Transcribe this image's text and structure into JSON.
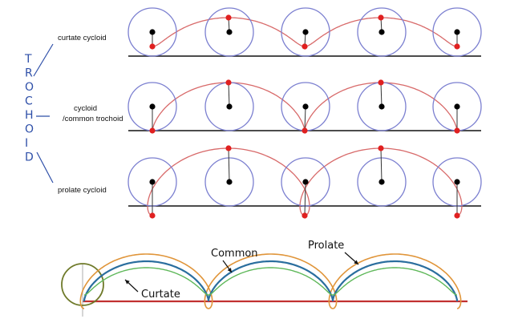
{
  "side_label": "TROCHOID",
  "rows": [
    {
      "label": "curtate cycloid",
      "label_lines": [
        "curtate cycloid"
      ]
    },
    {
      "label": "cycloid /common trochoid",
      "label_lines": [
        "cycloid",
        "/common trochoid"
      ]
    },
    {
      "label": "prolate cycloid",
      "label_lines": [
        "prolate cycloid"
      ]
    }
  ],
  "bottom": {
    "labels": {
      "common": "Common",
      "prolate": "Prolate",
      "curtate": "Curtate"
    }
  },
  "colors": {
    "circle": "#7b7fd0",
    "curve": "#d86a6a",
    "red_point": "#e02020",
    "ground": "#111111",
    "handwriting": "#2e4fa8",
    "orange": "#e0953a",
    "blue": "#2a6e9e",
    "green": "#5fb85a",
    "base_red": "#c23030",
    "olive": "#6f7a2a"
  }
}
